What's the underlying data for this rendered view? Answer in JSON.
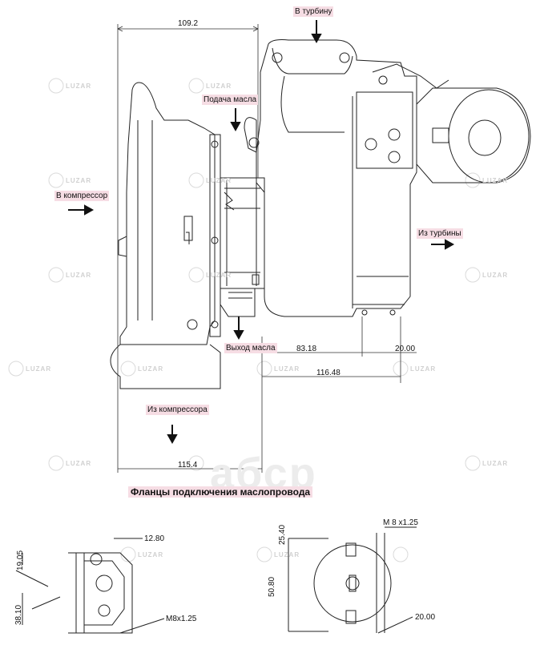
{
  "labels": {
    "to_turbine": "В турбину",
    "oil_supply": "Подача масла",
    "to_compressor": "В компрессор",
    "from_turbine": "Из турбины",
    "oil_outlet": "Выход масла",
    "from_compressor": "Из компрессора"
  },
  "dimensions": {
    "d_109_2": "109.2",
    "d_83_18": "83.18",
    "d_20_00_a": "20.00",
    "d_116_48": "116.48",
    "d_115_4": "115.4",
    "d_12_80": "12.80",
    "d_19_05": "19.05",
    "d_38_10": "38.10",
    "d_m8_a": "M8x1.25",
    "d_25_40": "25.40",
    "d_m8_b": "M 8 x1.25",
    "d_50_80": "50.80",
    "d_20_00_b": "20.00"
  },
  "title": "Фланцы подключения маслопровода",
  "watermark": "LUZAR",
  "brand": "абср",
  "colors": {
    "label_bg": "#f6dde4",
    "line": "#222222",
    "watermark": "#d0d0d0"
  }
}
